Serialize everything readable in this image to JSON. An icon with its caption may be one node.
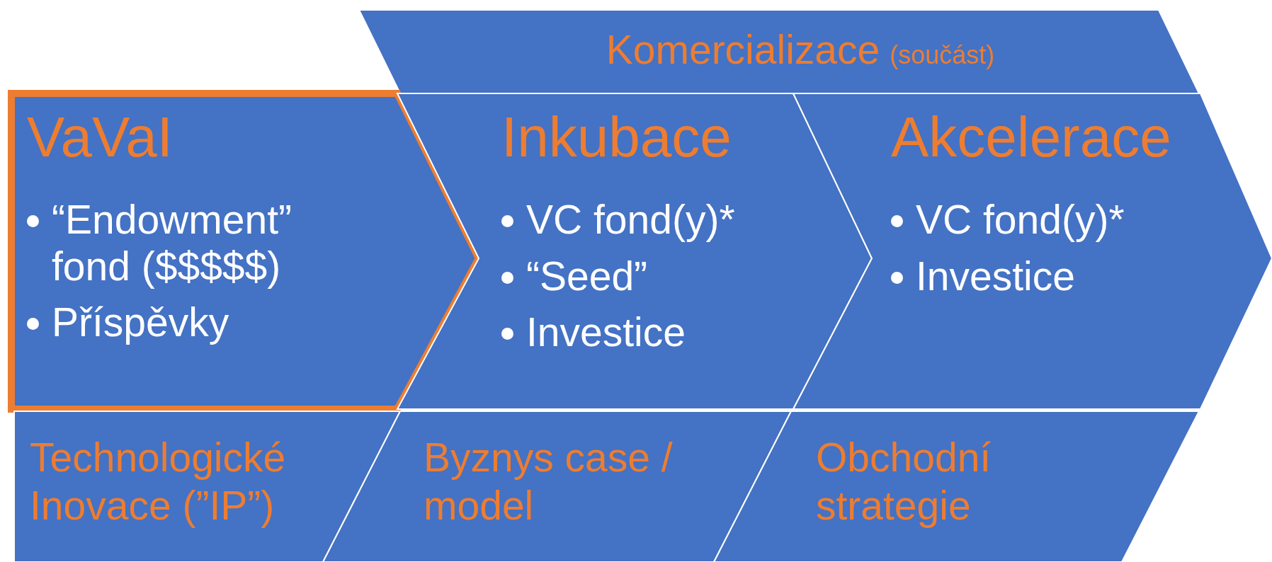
{
  "diagram": {
    "nodes": [
      {
        "text": [
          "Komercializace",
          "(součást)"
        ]
      },
      {
        "text": [
          "VaVaI",
          "“Endowment” fond ($$$$$)",
          "Příspěvky"
        ]
      },
      {
        "text": [
          "Inkubace",
          "VC fond(y)*",
          "“Seed”",
          "Investice"
        ]
      },
      {
        "text": [
          "Akcelerace",
          "VC fond(y)*",
          "Investice"
        ]
      },
      {
        "text": [
          "Technologické Inovace (”IP”)"
        ]
      },
      {
        "text": [
          "Byznys case / model"
        ]
      },
      {
        "text": [
          "Obchodní strategie"
        ]
      }
    ]
  }
}
